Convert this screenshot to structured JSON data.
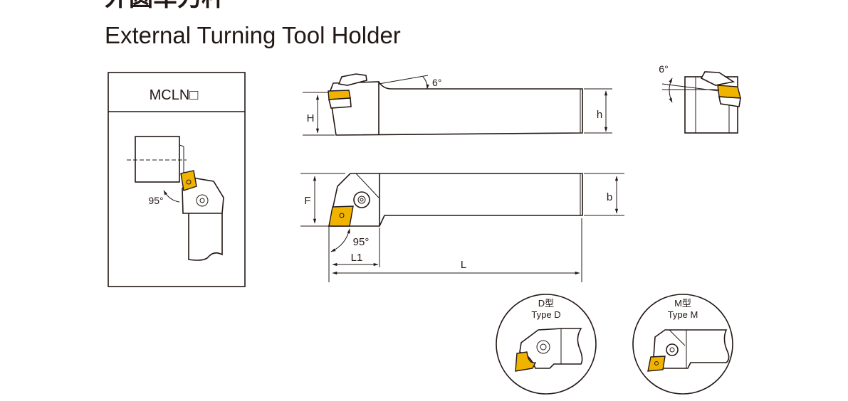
{
  "header": {
    "title_cn": "外圆车刀杆",
    "title_en": "External Turning Tool Holder"
  },
  "model_box": {
    "code": "MCLN□",
    "angle": "95°"
  },
  "side_view": {
    "H": "H",
    "h": "h",
    "angle": "6°"
  },
  "top_view": {
    "F": "F",
    "b": "b",
    "L1": "L1",
    "L": "L",
    "angle": "95°"
  },
  "end_view": {
    "angle": "6°"
  },
  "types": [
    {
      "cn": "D型",
      "en": "Type D"
    },
    {
      "cn": "M型",
      "en": "Type M"
    }
  ],
  "colors": {
    "insert": "#f0b400",
    "line": "#231815"
  }
}
